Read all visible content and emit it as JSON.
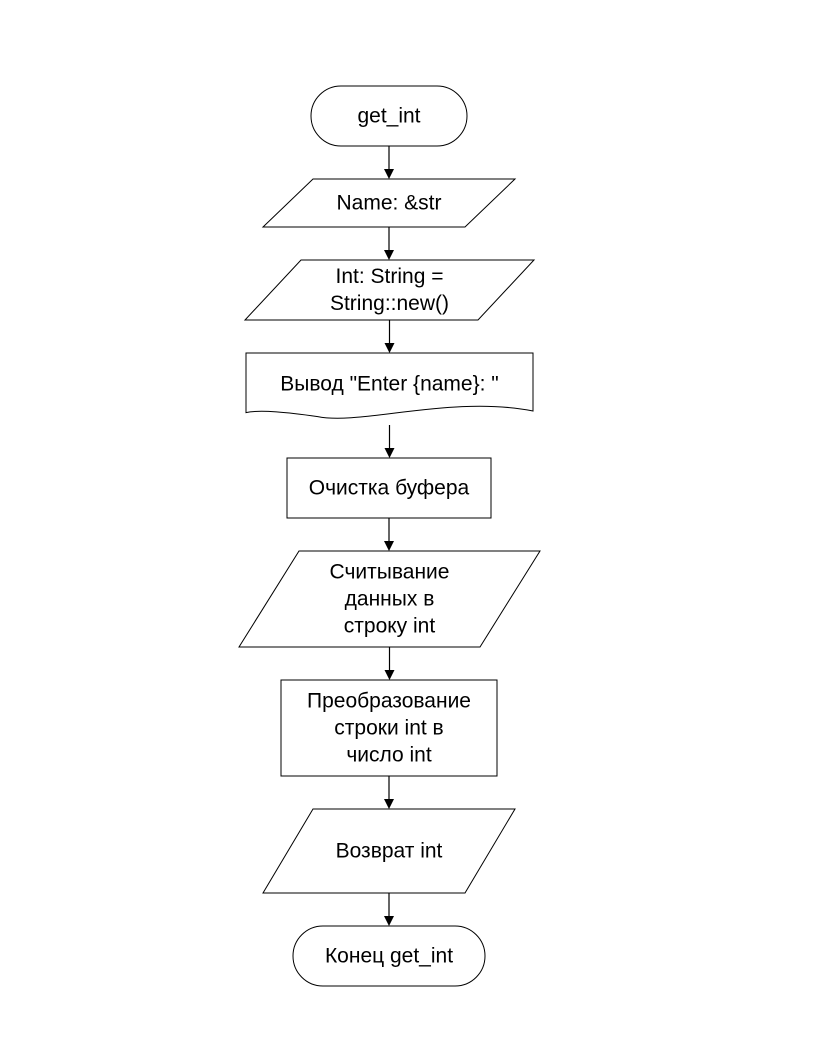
{
  "diagram": {
    "type": "flowchart",
    "nodes": [
      {
        "id": "start",
        "shape": "terminator",
        "lines": [
          "get_int"
        ]
      },
      {
        "id": "param-name",
        "shape": "parallelogram",
        "lines": [
          "Name: &str"
        ]
      },
      {
        "id": "var-int",
        "shape": "parallelogram",
        "lines": [
          "Int: String =",
          "String::new()"
        ]
      },
      {
        "id": "output-prompt",
        "shape": "document",
        "lines": [
          "Вывод \"Enter {name}: \""
        ]
      },
      {
        "id": "flush-buffer",
        "shape": "process",
        "lines": [
          "Очистка буфера"
        ]
      },
      {
        "id": "read-input",
        "shape": "parallelogram",
        "lines": [
          "Считывание",
          "данных в",
          "строку int"
        ]
      },
      {
        "id": "parse-int",
        "shape": "process",
        "lines": [
          "Преобразование",
          "строки int в",
          "число int"
        ]
      },
      {
        "id": "return-int",
        "shape": "parallelogram",
        "lines": [
          "Возврат int"
        ]
      },
      {
        "id": "end",
        "shape": "terminator",
        "lines": [
          "Конец get_int"
        ]
      }
    ],
    "edges": [
      {
        "from": "start",
        "to": "param-name"
      },
      {
        "from": "param-name",
        "to": "var-int"
      },
      {
        "from": "var-int",
        "to": "output-prompt"
      },
      {
        "from": "output-prompt",
        "to": "flush-buffer"
      },
      {
        "from": "flush-buffer",
        "to": "read-input"
      },
      {
        "from": "read-input",
        "to": "parse-int"
      },
      {
        "from": "parse-int",
        "to": "return-int"
      },
      {
        "from": "return-int",
        "to": "end"
      }
    ]
  }
}
